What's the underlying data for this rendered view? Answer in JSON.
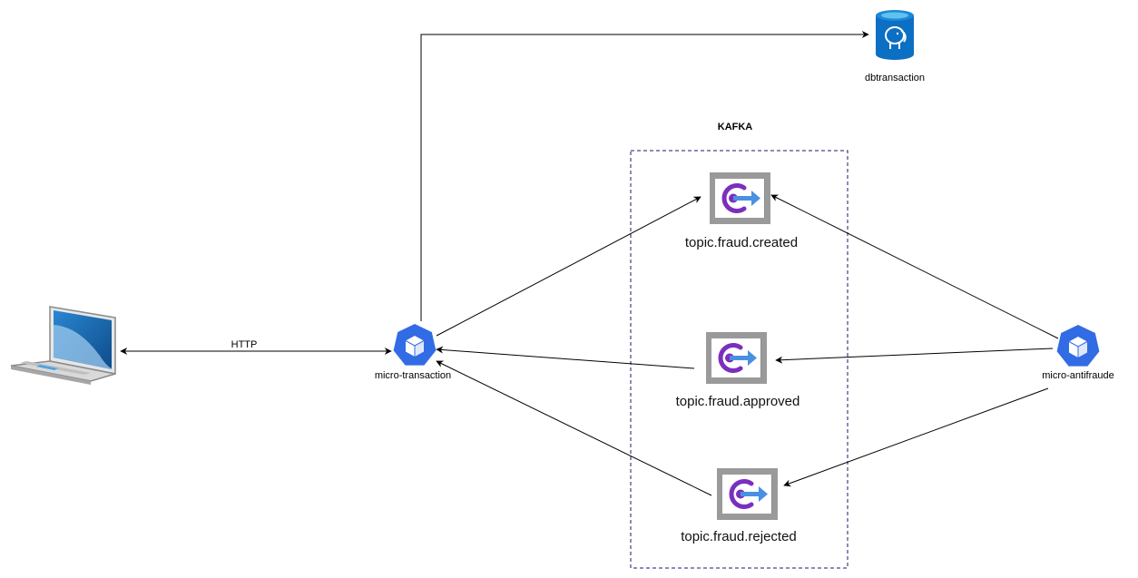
{
  "diagram": {
    "group": {
      "label": "KAFKA"
    },
    "nodes": {
      "laptop": {
        "icon": "laptop-icon"
      },
      "micro_transaction": {
        "label": "micro-transaction",
        "icon": "kubernetes-pod-icon"
      },
      "micro_antifraude": {
        "label": "micro-antifraude",
        "icon": "kubernetes-pod-icon"
      },
      "dbtransaction": {
        "label": "dbtransaction",
        "icon": "postgresql-database-icon"
      },
      "topic_created": {
        "label": "topic.fraud.created",
        "icon": "event-topic-icon"
      },
      "topic_approved": {
        "label": "topic.fraud.approved",
        "icon": "event-topic-icon"
      },
      "topic_rejected": {
        "label": "topic.fraud.rejected",
        "icon": "event-topic-icon"
      }
    },
    "edges": {
      "http": {
        "label": "HTTP"
      }
    },
    "colors": {
      "kubernetes_blue": "#326CE5",
      "db_blue": "#0B6FC3",
      "topic_gray": "#8C8C8C",
      "topic_purple": "#7B2FBE",
      "topic_arrow_blue": "#4A90E2",
      "screen_blue": "#1F6FB5"
    }
  }
}
